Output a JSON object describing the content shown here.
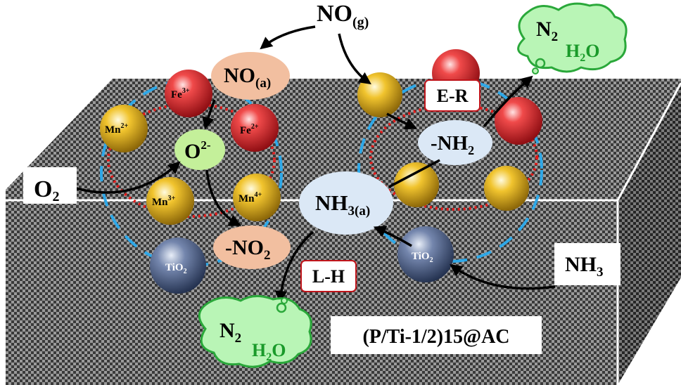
{
  "species": {
    "no_gas": "NO",
    "no_gas_sub": "(g)",
    "no_ads": "NO",
    "no_ads_sub": "(a)",
    "o_minus": "O",
    "o_minus_sup": "2-",
    "no2_minus": "-NO",
    "no2_sub": "2",
    "o2": "O",
    "o2_sub": "2",
    "nh3_ads": "NH",
    "nh3_ads_sub": "3(a)",
    "nh2": "-NH",
    "nh2_sub": "2",
    "nh3": "NH",
    "nh3_sub": "3"
  },
  "ions": {
    "fe3": "Fe",
    "fe3_sup": "3+",
    "fe2": "Fe",
    "fe2_sup": "2+",
    "mn2": "Mn",
    "mn2_sup": "2+",
    "mn3": "Mn",
    "mn3_sup": "3+",
    "mn4": "Mn",
    "mn4_sup": "4+",
    "tio2_left": "TiO",
    "tio2_left_sub": "2",
    "tio2_right": "TiO",
    "tio2_right_sub": "2"
  },
  "mechanisms": {
    "er": "E-R",
    "lh": "L-H"
  },
  "products": {
    "top_n2": "N",
    "top_n2_sub": "2",
    "top_h2o": "H",
    "top_h2o_sub": "2",
    "top_h2o_end": "O",
    "bottom_n2": "N",
    "bottom_n2_sub": "2",
    "bottom_h2o": "H",
    "bottom_h2o_sub": "2",
    "bottom_h2o_end": "O"
  },
  "catalyst_label": "(P/Ti-1/2)15@AC",
  "colors": {
    "fe_sphere": "#d42a2f",
    "mn_sphere": "#e3b21e",
    "tio2_sphere": "#5a6f96",
    "no_bubble": "#f2bfa0",
    "o_bubble": "#c4f09a",
    "nh_bubble": "#dbe8f6",
    "cloud_fill": "#b9f5b6",
    "cloud_stroke": "#2aa83a",
    "h2o_text": "#1a9a2a",
    "red_dots": "#e01a1a",
    "blue_dash": "#2ea8e8",
    "label_border": "#c0151b"
  }
}
